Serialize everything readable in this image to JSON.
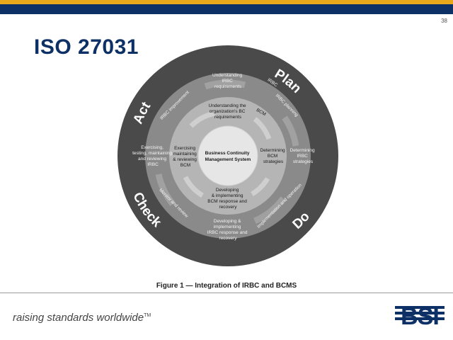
{
  "colors": {
    "gold": "#e8a81a",
    "navy": "#0d3066",
    "ring_outer": "#4a4a4a",
    "ring_mid": "#8a8a8a",
    "ring_inner": "#b5b5b5",
    "center": "#e6e6e6"
  },
  "header": {
    "page_number": "38"
  },
  "slide": {
    "title": "ISO 27031"
  },
  "diagram": {
    "caption": "Figure 1 — Integration of IRBC and BCMS",
    "pdca": {
      "plan": "Plan",
      "do": "Do",
      "check": "Check",
      "act": "Act"
    },
    "center": {
      "line1": "Business Continuity",
      "line2": "Management System"
    },
    "middle_ring": {
      "top": [
        "Understanding the",
        "organization's BC",
        "requirements"
      ],
      "right": [
        "Determining",
        "BCM",
        "strategies"
      ],
      "bottom": [
        "Developing",
        "& implementing",
        "BCM response and",
        "recovery"
      ],
      "left": [
        "Exercising",
        "maintaining",
        "& reviewing",
        "BCM"
      ],
      "bcm_tag": "BCM"
    },
    "outer_ring": {
      "top": [
        "Understanding",
        "IRBC",
        "requirements"
      ],
      "right": [
        "Determining",
        "IRBC",
        "strategies"
      ],
      "bottom": [
        "Developing &",
        "implementing",
        "IRBC response and",
        "recovery"
      ],
      "left": [
        "Exercising,",
        "testing, maintaining",
        "and reviewing",
        "IRBC"
      ]
    },
    "arrow_labels": {
      "irbc_improvement": "IRBC improvement",
      "irbc": "IRBC",
      "irbc_planning": "IRBC planning",
      "monitor_review": "Monitor and review",
      "implementation_operation": "Implementation and operation"
    }
  },
  "footer": {
    "tagline": "raising standards worldwide",
    "trademark": "TM",
    "logo_text": "BSI"
  }
}
